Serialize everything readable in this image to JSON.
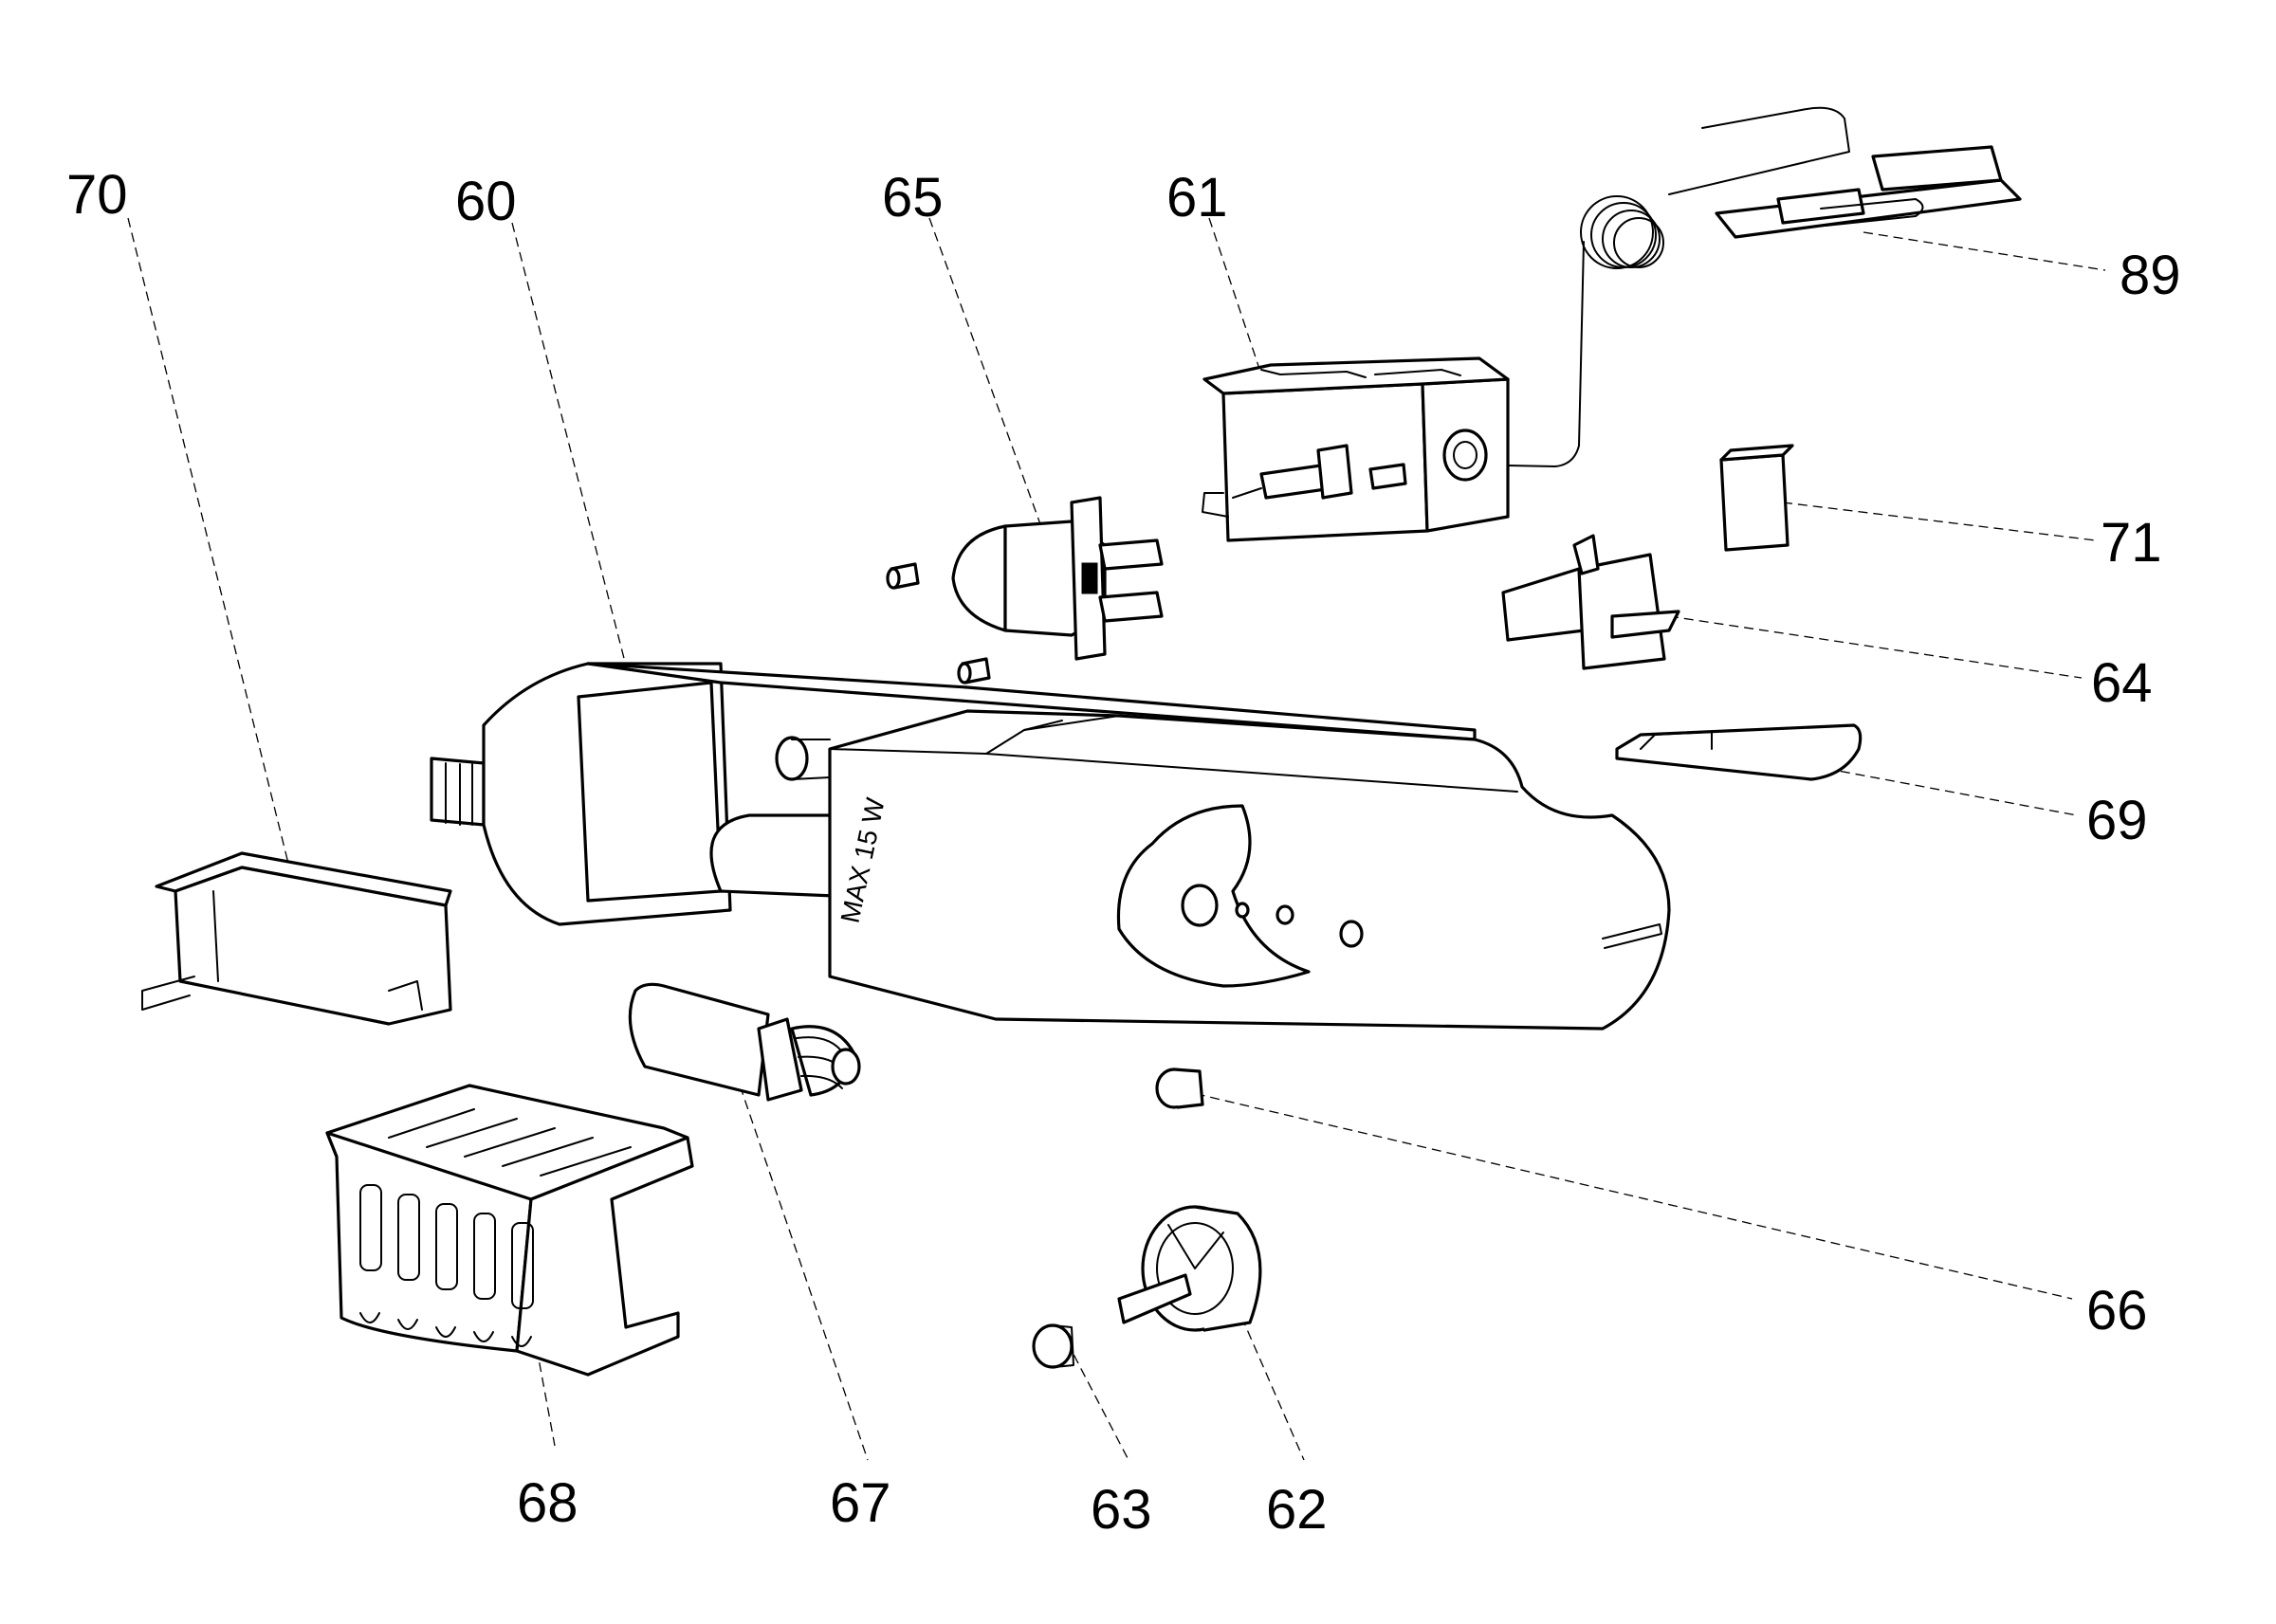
{
  "diagram": {
    "parts": [
      {
        "id": "60",
        "label": "60"
      },
      {
        "id": "61",
        "label": "61"
      },
      {
        "id": "62",
        "label": "62"
      },
      {
        "id": "63",
        "label": "63"
      },
      {
        "id": "64",
        "label": "64"
      },
      {
        "id": "65",
        "label": "65"
      },
      {
        "id": "66",
        "label": "66"
      },
      {
        "id": "67",
        "label": "67"
      },
      {
        "id": "68",
        "label": "68"
      },
      {
        "id": "69",
        "label": "69"
      },
      {
        "id": "70",
        "label": "70"
      },
      {
        "id": "71",
        "label": "71"
      },
      {
        "id": "89",
        "label": "89"
      }
    ],
    "housing_marking": "MAX 15 W",
    "colors": {
      "ink": "#000000",
      "paper": "#ffffff"
    }
  }
}
